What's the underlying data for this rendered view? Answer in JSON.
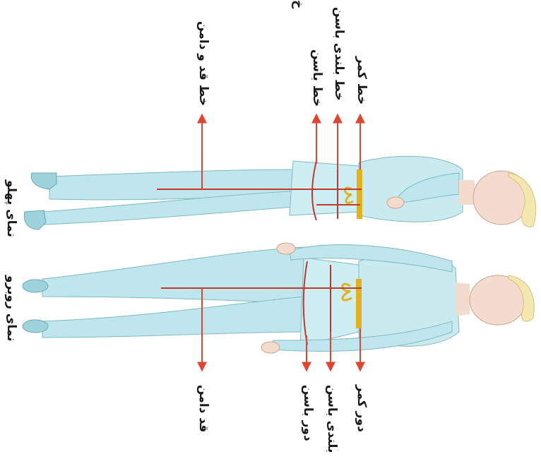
{
  "colors": {
    "figure_fill": "#bfe6ec",
    "figure_stroke": "#7fb9c4",
    "skin": "#f3dccd",
    "arrow": "#e2452f",
    "measure_line": "#c0392b",
    "waist_band": "#e3b21b"
  },
  "views": {
    "front_label": "نمای روبرو",
    "side_label": "نمای پهلو"
  },
  "front_measurements": {
    "waist": "دور کمر",
    "hip_height": "بلندی باسن",
    "hip": "دور باسن",
    "skirt_length": "قد دامن"
  },
  "side_lines": {
    "waist_line": "خط کمر",
    "hip_height_line": "خط بلندی باسن",
    "hip_line": "خط باسن",
    "skirt_length_line": "خط قد و دامن",
    "cut_off": "خ"
  }
}
